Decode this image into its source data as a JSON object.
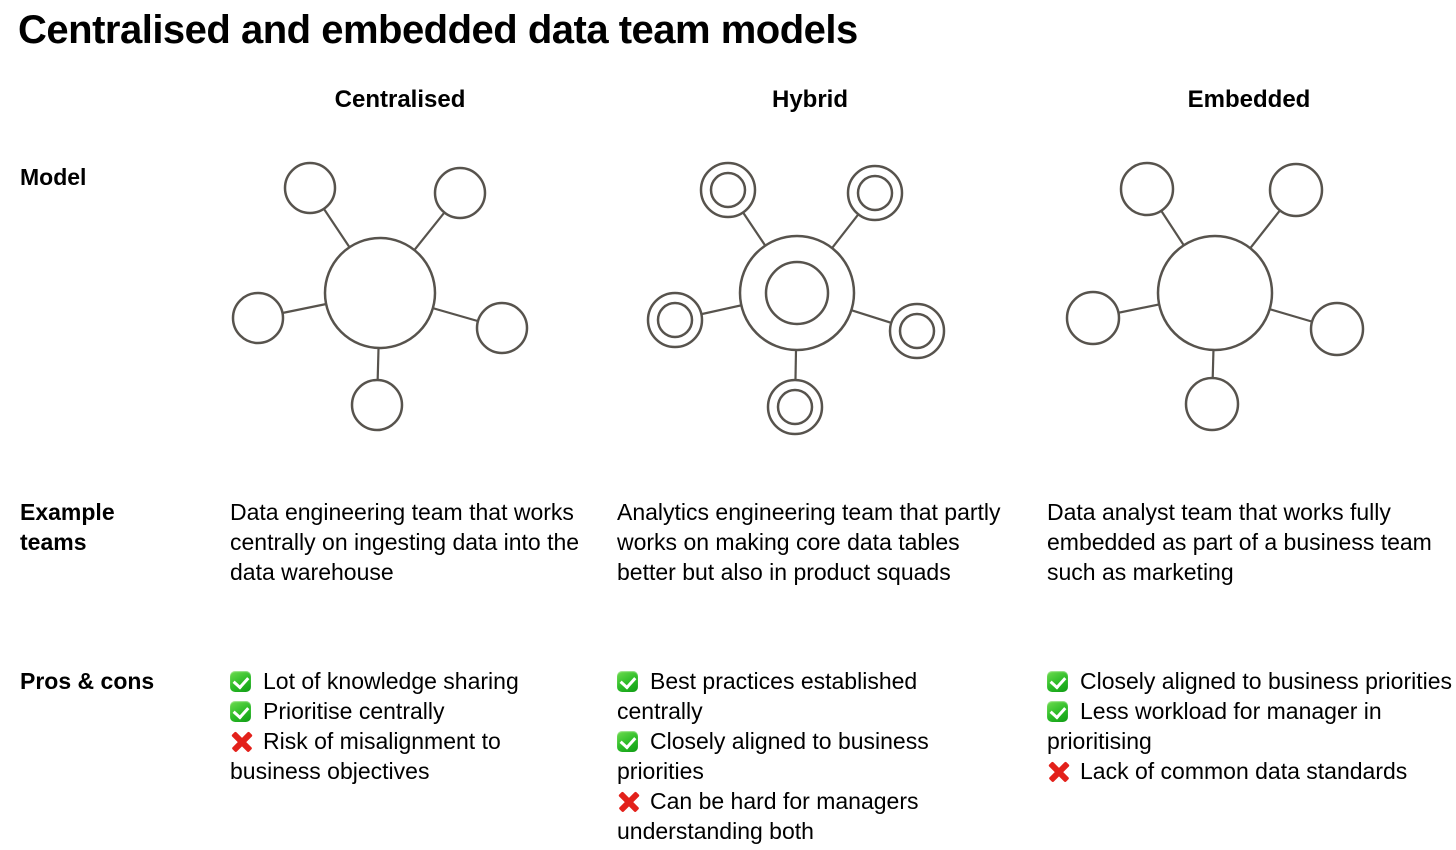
{
  "title": "Centralised and embedded data team models",
  "colors": {
    "node_blue": "#1B5A9E",
    "node_white": "#FFFFFF",
    "node_outline": "#57534D",
    "check_green": "#2BB826",
    "cross_red": "#E3211B"
  },
  "rows": {
    "model": "Model",
    "example": "Example teams",
    "pros": "Pros & cons"
  },
  "columns": [
    {
      "header": "Centralised",
      "diagram": {
        "hub": "filled",
        "satellites": "empty"
      },
      "example": "Data engineering team that works centrally on ingesting data into the data warehouse",
      "pros_cons": [
        {
          "type": "pro",
          "icon": "check",
          "text": "Lot of knowledge sharing"
        },
        {
          "type": "pro",
          "icon": "check",
          "text": "Prioritise centrally"
        },
        {
          "type": "con",
          "icon": "cross",
          "text": "Risk of misalignment to business objectives"
        }
      ]
    },
    {
      "header": "Hybrid",
      "diagram": {
        "hub": "ring-with-filled-core",
        "satellites": "ring-with-filled-core"
      },
      "example": "Analytics engineering team that partly works on making core data tables better but also in product squads",
      "pros_cons": [
        {
          "type": "pro",
          "icon": "check",
          "text": "Best practices established centrally"
        },
        {
          "type": "pro",
          "icon": "check",
          "text": "Closely aligned to business priorities"
        },
        {
          "type": "con",
          "icon": "cross",
          "text": "Can be hard for managers understanding both"
        }
      ]
    },
    {
      "header": "Embedded",
      "diagram": {
        "hub": "empty",
        "satellites": "filled"
      },
      "example": "Data analyst team that works fully embedded as part of a business team such as marketing",
      "pros_cons": [
        {
          "type": "pro",
          "icon": "check",
          "text": "Closely aligned to business priorities"
        },
        {
          "type": "pro",
          "icon": "check",
          "text": "Less workload for manager in prioritising"
        },
        {
          "type": "con",
          "icon": "cross",
          "text": "Lack of common data standards"
        }
      ]
    }
  ]
}
